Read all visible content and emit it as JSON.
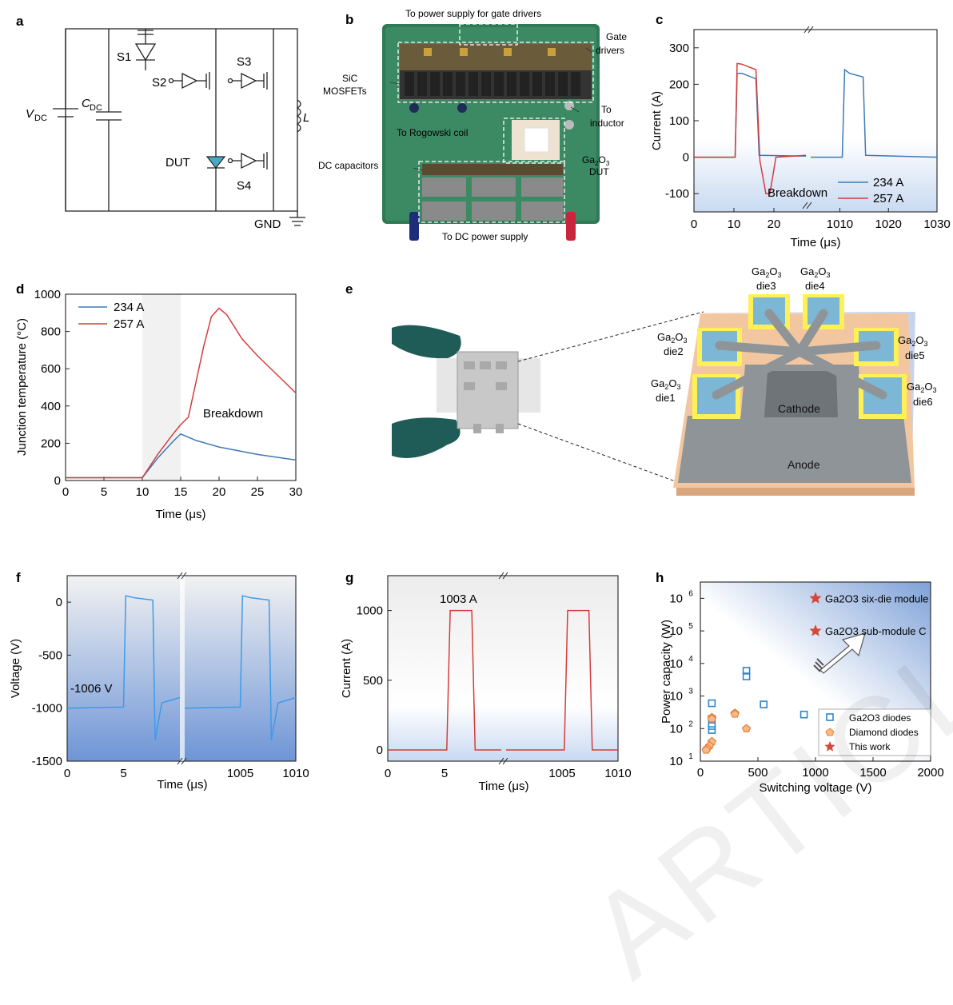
{
  "panel_letters": {
    "a": "a",
    "b": "b",
    "c": "c",
    "d": "d",
    "e": "e",
    "f": "f",
    "g": "g",
    "h": "h"
  },
  "watermark": "ARTICLE IN PRESS",
  "circuit": {
    "vdc": "V",
    "vdc_sub": "DC",
    "cdc": "C",
    "cdc_sub": "DC",
    "s1": "S1",
    "s2": "S2",
    "s3": "S3",
    "s4": "S4",
    "dut": "DUT",
    "l": "L",
    "gnd": "GND"
  },
  "photo_b": {
    "power_gate": "To power supply for gate drivers",
    "gate1": "Gate",
    "gate2": "drivers",
    "sic1": "SiC",
    "sic2": "MOSFETs",
    "to1": "To",
    "to2": "inductor",
    "rogowski": "To Rogowski coil",
    "ga_dut_a": "Ga",
    "ga_dut_b": "2",
    "ga_dut_c": "O",
    "ga_dut_d": "3",
    "ga_dut_e": "DUT",
    "dccap": "DC capacitors",
    "dcsupply": "To DC power supply"
  },
  "module_e": {
    "die_prefix": "Ga",
    "die_mid": "O",
    "dies": [
      "die1",
      "die2",
      "die3",
      "die4",
      "die5",
      "die6"
    ],
    "cathode": "Cathode",
    "anode": "Anode"
  },
  "chart_data": [
    {
      "id": "c",
      "type": "line",
      "xlabel": "Time (μs)",
      "ylabel": "Current (A)",
      "xticks_left": [
        "0",
        "10",
        "20"
      ],
      "xticks_right": [
        "1010",
        "1020",
        "1030"
      ],
      "xlim_left": [
        0,
        28
      ],
      "xlim_right": [
        1004,
        1030
      ],
      "yticks": [
        "300",
        "200",
        "100",
        "0",
        "-100"
      ],
      "ylim": [
        -150,
        350
      ],
      "annotation": "Breakdown",
      "series": [
        {
          "name": "234 A",
          "color": "#3d7ab8",
          "left": [
            [
              0,
              0
            ],
            [
              10.3,
              0
            ],
            [
              10.8,
              230
            ],
            [
              12,
              230
            ],
            [
              15.5,
              215
            ],
            [
              16.3,
              5
            ],
            [
              28,
              3
            ]
          ],
          "right": [
            [
              1004,
              0
            ],
            [
              1010.5,
              0
            ],
            [
              1011,
              240
            ],
            [
              1012,
              230
            ],
            [
              1014.8,
              220
            ],
            [
              1015.3,
              5
            ],
            [
              1030,
              0
            ]
          ]
        },
        {
          "name": "257 A",
          "color": "#d63c3c",
          "left": [
            [
              0,
              0
            ],
            [
              10.3,
              0
            ],
            [
              10.8,
              257
            ],
            [
              12,
              255
            ],
            [
              15.5,
              240
            ],
            [
              16.5,
              -10
            ],
            [
              18,
              -100
            ],
            [
              19,
              -100
            ],
            [
              20.5,
              0
            ],
            [
              28,
              5
            ]
          ]
        }
      ]
    },
    {
      "id": "d",
      "type": "line",
      "xlabel": "Time (μs)",
      "ylabel": "Junction temperature (°C)",
      "xticks": [
        "0",
        "5",
        "10",
        "15",
        "20",
        "25",
        "30"
      ],
      "xlim": [
        0,
        30
      ],
      "yticks": [
        "0",
        "200",
        "400",
        "600",
        "800",
        "1000"
      ],
      "ylim": [
        0,
        1000
      ],
      "annotation": "Breakdown",
      "series": [
        {
          "name": "234 A",
          "color": "#3d7ab8",
          "points": [
            [
              0,
              15
            ],
            [
              10,
              15
            ],
            [
              12,
              120
            ],
            [
              14,
              210
            ],
            [
              15,
              250
            ],
            [
              17,
              215
            ],
            [
              20,
              180
            ],
            [
              25,
              140
            ],
            [
              30,
              110
            ]
          ]
        },
        {
          "name": "257 A",
          "color": "#d63c3c",
          "points": [
            [
              0,
              15
            ],
            [
              10,
              15
            ],
            [
              12,
              140
            ],
            [
              14,
              250
            ],
            [
              15,
              300
            ],
            [
              16,
              340
            ],
            [
              18,
              720
            ],
            [
              19,
              880
            ],
            [
              20,
              925
            ],
            [
              21,
              890
            ],
            [
              23,
              760
            ],
            [
              25,
              670
            ],
            [
              27,
              590
            ],
            [
              30,
              470
            ]
          ]
        }
      ]
    },
    {
      "id": "f",
      "type": "line",
      "xlabel": "Time (μs)",
      "ylabel": "Voltage (V)",
      "xticks_left": [
        "0",
        "5"
      ],
      "xticks_right": [
        "1005",
        "1010"
      ],
      "xlim_left": [
        0,
        10
      ],
      "xlim_right": [
        1000,
        1010
      ],
      "yticks": [
        "0",
        "-500",
        "-1000",
        "-1500"
      ],
      "ylim": [
        -1500,
        250
      ],
      "annotation": "-1006 V",
      "series": [
        {
          "name": "Voltage",
          "color": "#3d9be9",
          "left": [
            [
              0,
              -1000
            ],
            [
              5,
              -990
            ],
            [
              5.2,
              60
            ],
            [
              6,
              40
            ],
            [
              7.6,
              20
            ],
            [
              7.8,
              -1300
            ],
            [
              8.4,
              -950
            ],
            [
              10,
              -900
            ]
          ],
          "right": [
            [
              1000,
              -1000
            ],
            [
              1005,
              -990
            ],
            [
              1005.2,
              60
            ],
            [
              1006,
              40
            ],
            [
              1007.6,
              20
            ],
            [
              1007.8,
              -1300
            ],
            [
              1008.4,
              -950
            ],
            [
              1010,
              -900
            ]
          ]
        }
      ]
    },
    {
      "id": "g",
      "type": "line",
      "xlabel": "Time (μs)",
      "ylabel": "Current (A)",
      "xticks_left": [
        "0",
        "5"
      ],
      "xticks_right": [
        "1005",
        "1010"
      ],
      "xlim_left": [
        0,
        10
      ],
      "xlim_right": [
        1000,
        1010
      ],
      "yticks": [
        "0",
        "500",
        "1000"
      ],
      "ylim": [
        -80,
        1250
      ],
      "annotation": "1003 A",
      "series": [
        {
          "name": "Current",
          "color": "#d63c3c",
          "left": [
            [
              0,
              0
            ],
            [
              5.2,
              0
            ],
            [
              5.5,
              1000
            ],
            [
              7.4,
              1000
            ],
            [
              7.7,
              0
            ],
            [
              10,
              0
            ]
          ],
          "right": [
            [
              1000,
              0
            ],
            [
              1005.2,
              0
            ],
            [
              1005.5,
              1000
            ],
            [
              1007.4,
              1000
            ],
            [
              1007.7,
              0
            ],
            [
              1010,
              0
            ]
          ]
        }
      ]
    },
    {
      "id": "h",
      "type": "scatter",
      "xlabel": "Switching voltage (V)",
      "ylabel": "Power capacity (W)",
      "xticks": [
        "0",
        "500",
        "1000",
        "1500",
        "2000"
      ],
      "xlim": [
        0,
        2000
      ],
      "yticks": [
        "10",
        "10",
        "10",
        "10",
        "10",
        "10"
      ],
      "yticks_exp": [
        "1",
        "2",
        "3",
        "4",
        "5",
        "6"
      ],
      "ylim_log10": [
        1,
        6.5
      ],
      "legend": [
        "Ga2O3 diodes",
        "Diamond diodes",
        "This work"
      ],
      "series": [
        {
          "name": "Ga2O3 diodes",
          "color": "#2f86c9",
          "points": [
            [
              100,
              600
            ],
            [
              100,
              200
            ],
            [
              100,
              120
            ],
            [
              100,
              90
            ],
            [
              400,
              6000
            ],
            [
              400,
              4000
            ],
            [
              550,
              550
            ],
            [
              900,
              270
            ]
          ]
        },
        {
          "name": "Diamond diodes",
          "color": "#e8823a",
          "points": [
            [
              100,
              220
            ],
            [
              100,
              200
            ],
            [
              100,
              40
            ],
            [
              80,
              30
            ],
            [
              60,
              25
            ],
            [
              50,
              22
            ],
            [
              300,
              300
            ],
            [
              300,
              280
            ],
            [
              400,
              100
            ]
          ]
        },
        {
          "name": "This work",
          "color": "#d04a3a",
          "points": [
            [
              1000,
              1000000
            ],
            [
              1000,
              100000
            ]
          ],
          "labels": [
            "Ga2O3 six-die module",
            "Ga2O3 sub-module C"
          ]
        }
      ]
    }
  ]
}
